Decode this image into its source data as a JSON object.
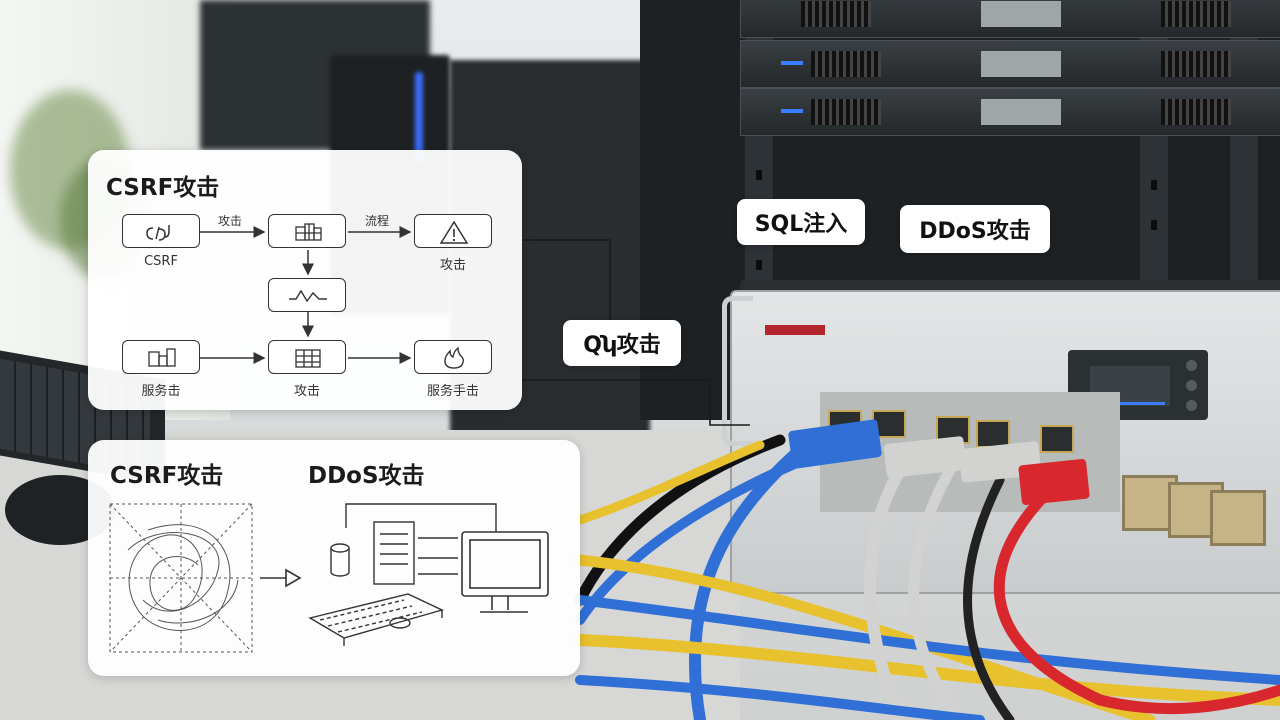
{
  "csrf_card": {
    "title": "CSRF攻击",
    "nodes": {
      "n1_label": "CSRF",
      "n3_label": "攻击",
      "n4_label": "服务击",
      "n5_label": "攻击",
      "n6_label": "服务手击"
    },
    "edges": {
      "e1_label": "攻击",
      "e2_label": "流程"
    },
    "icons": {
      "n1": "link-icon",
      "n2": "building-icon",
      "n3": "warning-icon",
      "mid": "waveform-icon",
      "n4": "bar-chart-icon",
      "n5": "grid-icon",
      "n6": "flame-icon"
    }
  },
  "lower_card": {
    "left_title": "CSRF攻击",
    "right_title": "DDoS攻击",
    "icons": {
      "sketch": "scribble-diagram-icon",
      "arrow": "arrow-right-icon",
      "server": "server-icon",
      "monitor": "monitor-icon",
      "keyboard": "keyboard-icon",
      "cylinder": "database-icon"
    }
  },
  "tags": {
    "sql": "SQL注入",
    "ddos": "DDoS攻击",
    "qy": "Qʮ攻击"
  },
  "colors": {
    "card_bg": "#ffffff",
    "text": "#1b1b1b",
    "cable_blue": "#2f6fd6",
    "cable_yellow": "#e8c12e",
    "cable_red": "#d9272e",
    "cable_gray": "#d2d3d0",
    "rack": "#1e2124"
  }
}
